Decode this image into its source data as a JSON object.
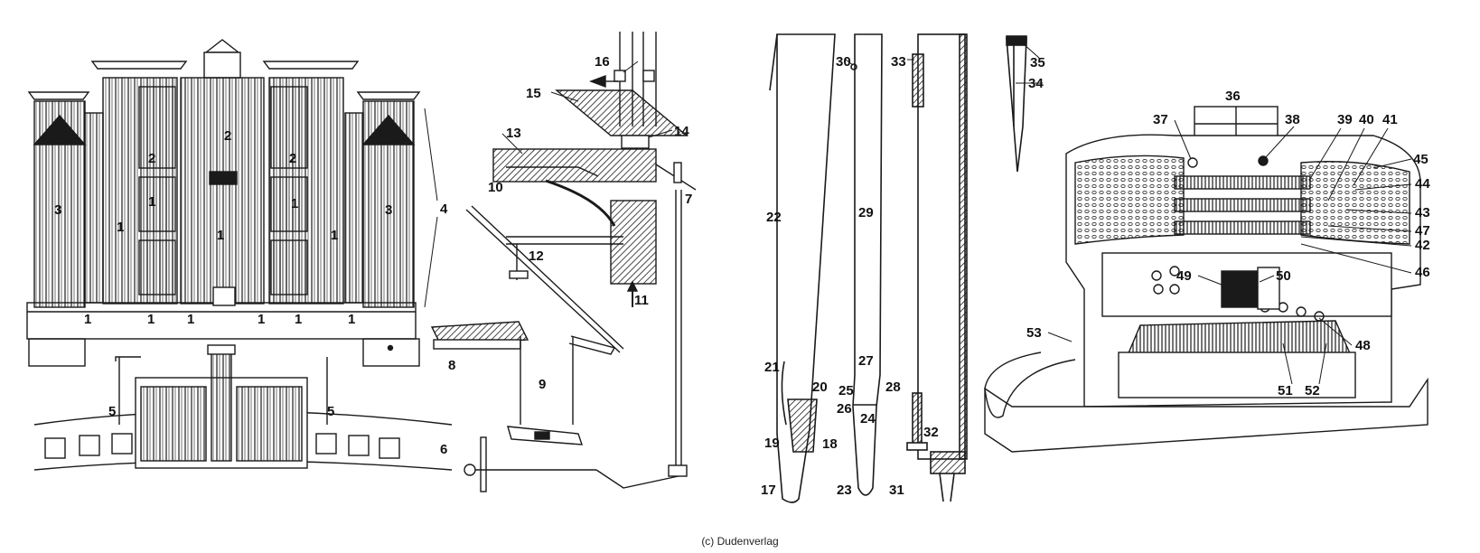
{
  "figure": {
    "credit": "(c) Dudenverlag",
    "ink_color": "#1a1a1a",
    "background": "#ffffff"
  },
  "labels": [
    "1",
    "2",
    "3",
    "4",
    "5",
    "6",
    "7",
    "8",
    "9",
    "10",
    "11",
    "12",
    "13",
    "14",
    "15",
    "16",
    "17",
    "18",
    "19",
    "20",
    "21",
    "22",
    "23",
    "24",
    "25",
    "26",
    "27",
    "28",
    "29",
    "30",
    "31",
    "32",
    "33",
    "34",
    "35",
    "36",
    "37",
    "38",
    "39",
    "40",
    "41",
    "42",
    "43",
    "44",
    "45",
    "46",
    "47",
    "48",
    "49",
    "50",
    "51",
    "52",
    "53"
  ]
}
